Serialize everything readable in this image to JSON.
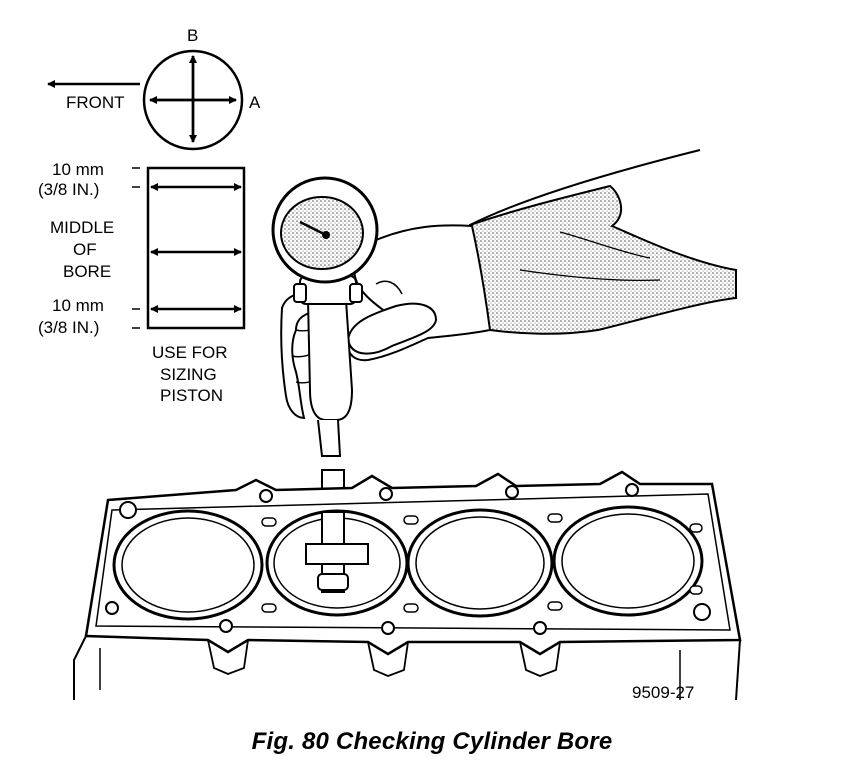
{
  "orientation": {
    "front_label": "FRONT",
    "axis_a_label": "A",
    "axis_b_label": "B"
  },
  "bore_chart": {
    "top_measure_mm": "10 mm",
    "top_measure_in": "(3/8 IN.)",
    "middle_line1": "MIDDLE",
    "middle_line2": "OF",
    "middle_line3": "BORE",
    "bottom_measure_mm": "10 mm",
    "bottom_measure_in": "(3/8 IN.)",
    "note_line1": "USE FOR",
    "note_line2": "SIZING",
    "note_line3": "PISTON"
  },
  "illustration": {
    "part_number": "9509-27"
  },
  "caption": "Fig. 80 Checking Cylinder Bore"
}
